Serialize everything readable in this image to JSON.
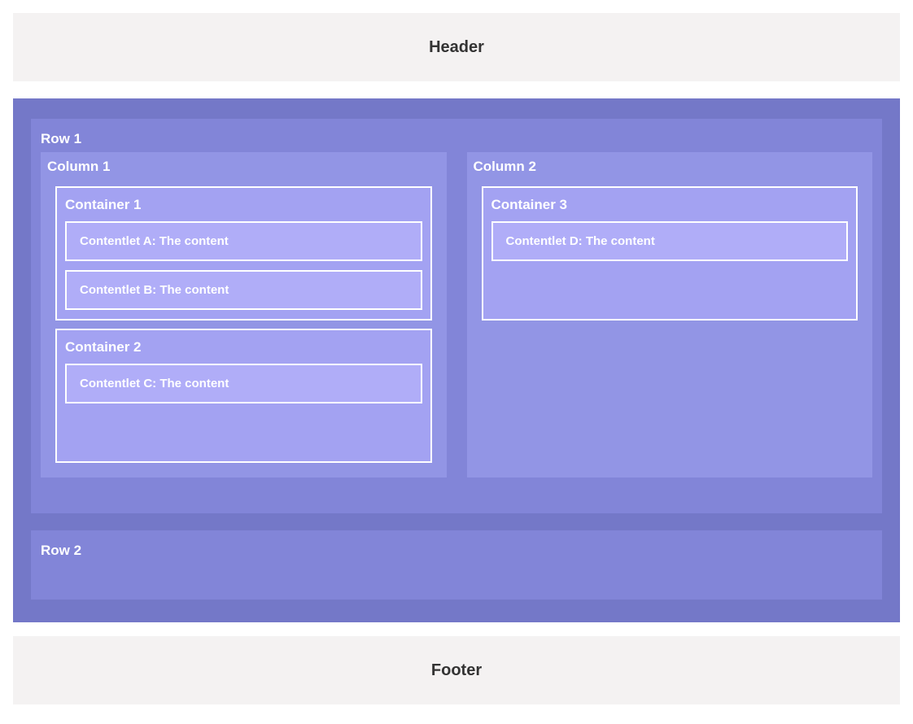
{
  "header": {
    "label": "Header"
  },
  "footer": {
    "label": "Footer"
  },
  "rows": [
    {
      "label": "Row 1",
      "columns": [
        {
          "label": "Column 1",
          "containers": [
            {
              "label": "Container 1",
              "contentlets": [
                {
                  "text": "Contentlet A: The content"
                },
                {
                  "text": "Contentlet B: The content"
                }
              ]
            },
            {
              "label": "Container 2",
              "contentlets": [
                {
                  "text": "Contentlet C: The content"
                }
              ]
            }
          ]
        },
        {
          "label": "Column 2",
          "containers": [
            {
              "label": "Container 3",
              "contentlets": [
                {
                  "text": "Contentlet D: The content"
                }
              ]
            }
          ]
        }
      ]
    },
    {
      "label": "Row 2",
      "columns": []
    }
  ],
  "colors": {
    "header_footer_bg": "#f4f2f2",
    "header_footer_text": "#333333",
    "main_bg": "#7478c8",
    "row_bg": "#8285d8",
    "column_bg": "#9295e5",
    "container_bg": "#a3a2f2",
    "contentlet_bg": "#b0adf8",
    "border": "#ffffff",
    "label_text": "#ffffff"
  }
}
